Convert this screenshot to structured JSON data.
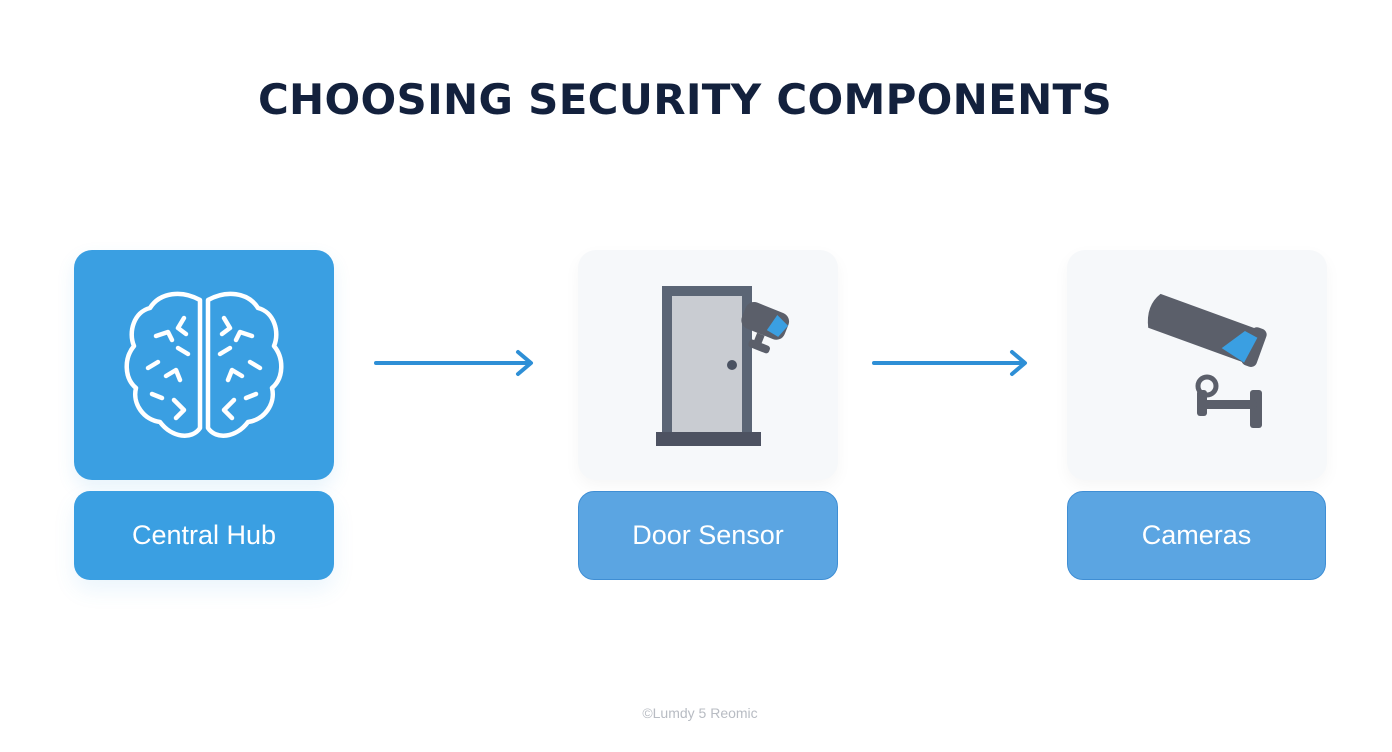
{
  "title": "CHOOSING SECURITY COMPONENTS",
  "components": [
    {
      "label": "Central Hub",
      "icon": "brain-icon"
    },
    {
      "label": "Door Sensor",
      "icon": "door-sensor-icon"
    },
    {
      "label": "Cameras",
      "icon": "security-camera-icon"
    }
  ],
  "connectors": [
    "arrow-right-icon",
    "arrow-right-icon"
  ],
  "footer": "©Lumdy 5 Reomic",
  "colors": {
    "title": "#13213d",
    "primary_blue": "#3a9fe2",
    "label_blue": "#5ba5e2",
    "arrow": "#2e8fd6",
    "icon_gray": "#5b5f6a",
    "card_background": "#f6f8fa"
  }
}
